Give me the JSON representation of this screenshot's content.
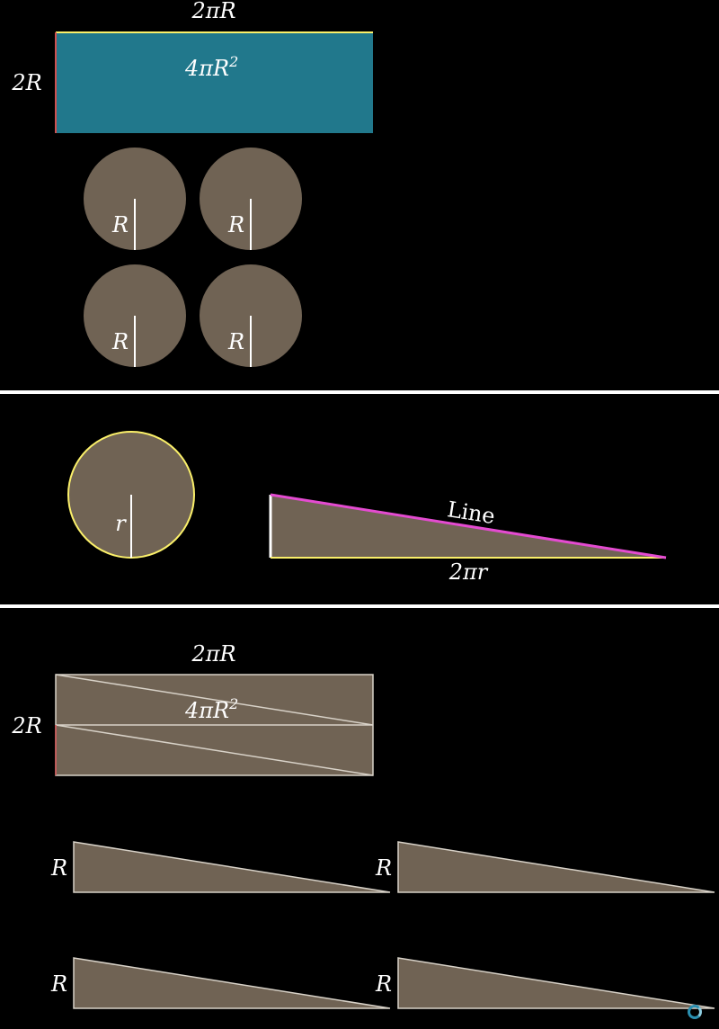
{
  "colors": {
    "background": "#000000",
    "rect_fill": "#21788c",
    "brown": "#706354",
    "yellow": "#fbf06a",
    "pink": "#e44bd1",
    "red_edge": "#d05050",
    "white": "#ffffff",
    "outline": "#d8d2c8"
  },
  "panel_top": {
    "width_label_tex": "2πR",
    "height_label_tex": "2R",
    "area_label_tex": "4πR",
    "area_exp": "2",
    "circle_labels": [
      "R",
      "R",
      "R",
      "R"
    ]
  },
  "panel_middle": {
    "circle_label": "r",
    "hypotenuse_label": "Line",
    "base_label_tex": "2πr"
  },
  "panel_bottom": {
    "width_label_tex": "2πR",
    "height_label_tex": "2R",
    "area_label_tex": "4πR",
    "area_exp": "2",
    "triangle_labels": [
      "R",
      "R",
      "R",
      "R"
    ]
  }
}
